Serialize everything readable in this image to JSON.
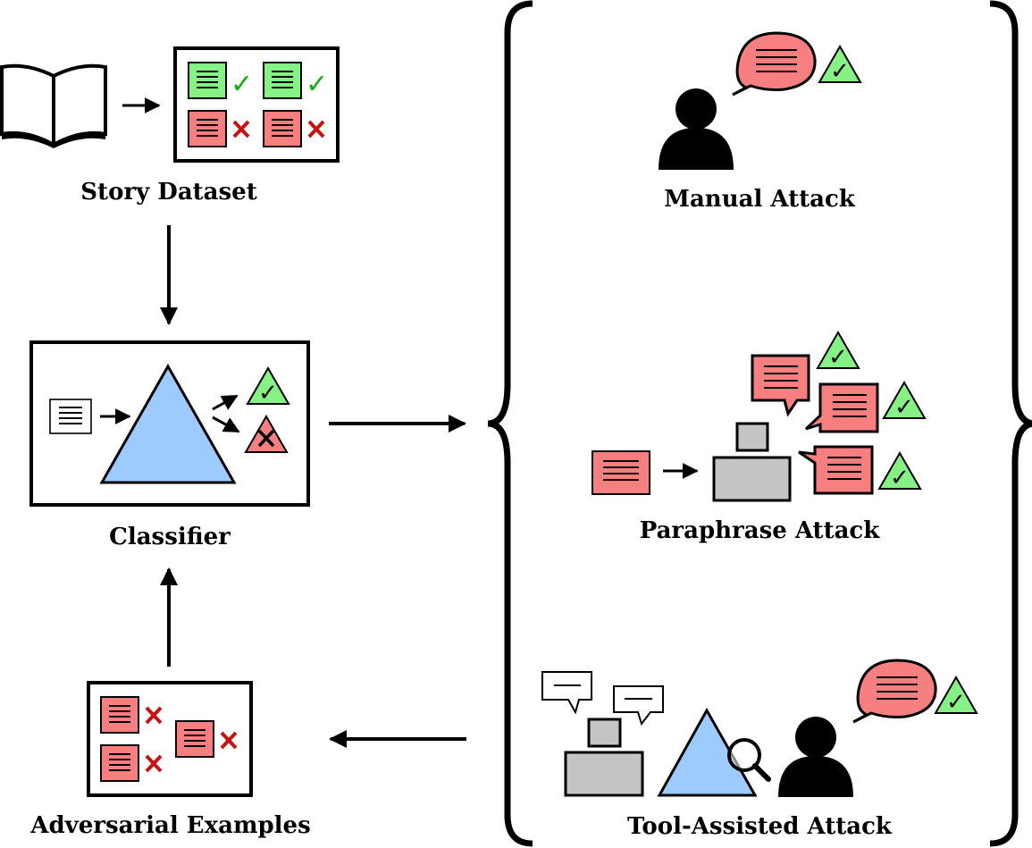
{
  "labels": {
    "story_dataset": "Story Dataset",
    "classifier": "Classifier",
    "adversarial_examples": "Adversarial Examples",
    "manual_attack": "Manual Attack",
    "paraphrase_attack": "Paraphrase Attack",
    "tool_assisted_attack": "Tool-Assisted Attack"
  },
  "marks": {
    "check": "✓",
    "cross": "✗"
  },
  "colors": {
    "safe_green": "#86f286",
    "unsafe_red": "#f87f7f",
    "classifier_blue": "#9ecbff",
    "model_gray": "#c4c4c4",
    "check_green": "#10b010",
    "cross_red": "#cc1010"
  },
  "icons": [
    "book-icon",
    "document-icon",
    "checkmark-icon",
    "cross-icon",
    "classifier-triangle-icon",
    "person-icon",
    "speech-bubble-icon",
    "model-box-icon",
    "magnifier-icon",
    "curly-brace-icon",
    "arrow-icon"
  ]
}
